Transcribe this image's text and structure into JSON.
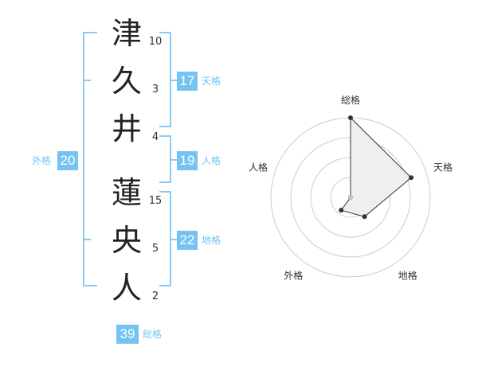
{
  "name": {
    "characters": [
      {
        "char": "津",
        "strokes": "10"
      },
      {
        "char": "久",
        "strokes": "3"
      },
      {
        "char": "井",
        "strokes": "4"
      },
      {
        "char": "蓮",
        "strokes": "15"
      },
      {
        "char": "央",
        "strokes": "5"
      },
      {
        "char": "人",
        "strokes": "2"
      }
    ]
  },
  "scores": {
    "tenkaku": {
      "label": "天格",
      "value": "17"
    },
    "jinkaku": {
      "label": "人格",
      "value": "19"
    },
    "chikaku": {
      "label": "地格",
      "value": "22"
    },
    "gaikaku": {
      "label": "外格",
      "value": "20"
    },
    "soukaku": {
      "label": "総格",
      "value": "39"
    }
  },
  "colors": {
    "accent": "#75c3f2",
    "bracket": "#8ec9f2",
    "text": "#222222"
  },
  "chart_data": {
    "type": "radar",
    "axes": [
      "総格",
      "天格",
      "地格",
      "外格",
      "人格"
    ],
    "values": [
      5,
      4,
      1.5,
      1,
      0
    ],
    "rmax": 5,
    "rings": 4,
    "fill": "#efefef",
    "stroke": "#333333"
  }
}
